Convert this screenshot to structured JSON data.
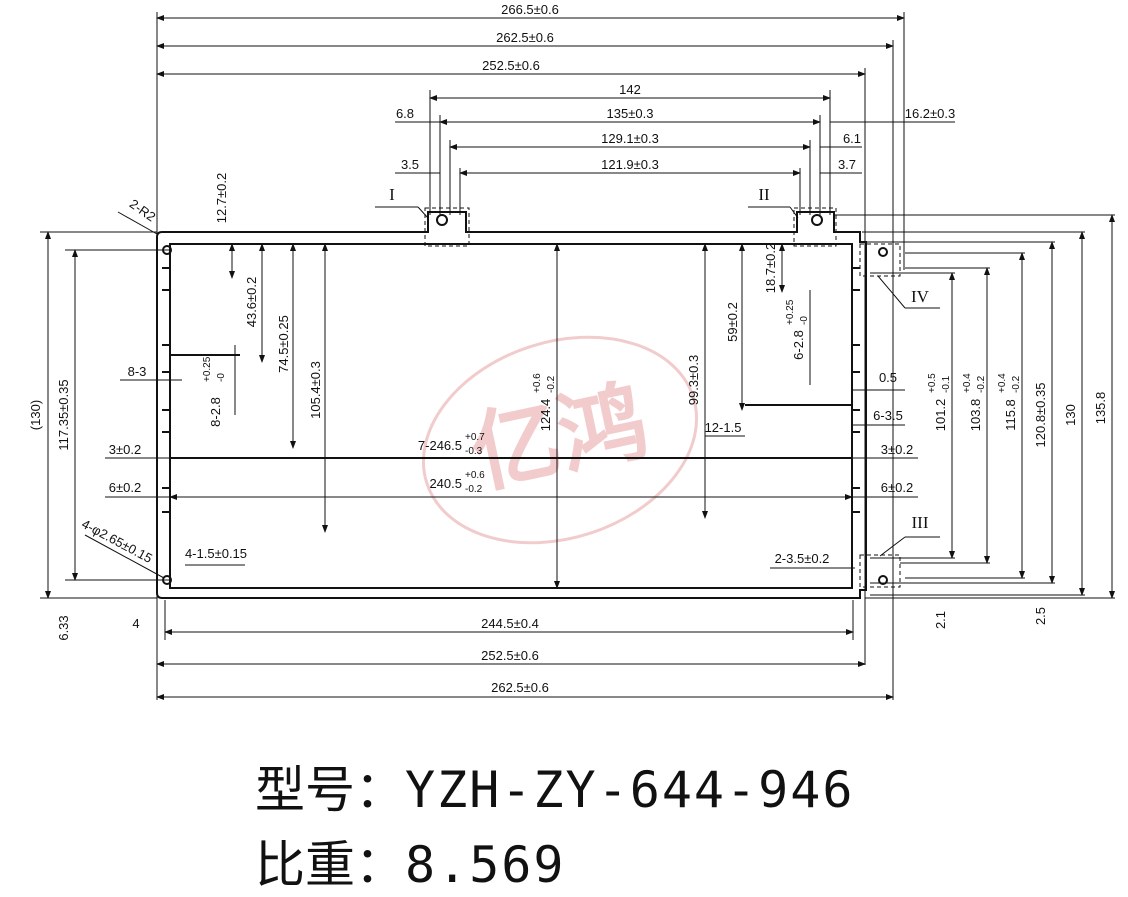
{
  "watermark": {
    "text": "亿鸿",
    "color": "#e8a3a3"
  },
  "colors": {
    "line": "#111111",
    "background": "#ffffff"
  },
  "callouts": [
    "I",
    "II",
    "III",
    "IV"
  ],
  "dimensions": {
    "top_266": "266.5±0.6",
    "top_262": "262.5±0.6",
    "top_252": "252.5±0.6",
    "top_142": "142",
    "top_135": "135±0.3",
    "top_129": "129.1±0.3",
    "top_121": "121.9±0.3",
    "d_6_8": "6.8",
    "d_3_5": "3.5",
    "d_6_1": "6.1",
    "d_3_7": "3.7",
    "d_16_2": "16.2±0.3",
    "corner_r": "2-R2",
    "d_12_7": "12.7±0.2",
    "d_43_6": "43.6±0.2",
    "d_74_5": "74.5±0.25",
    "d_105_4": "105.4±0.3",
    "d_8_3": "8-3",
    "slot_8_base": "8-2.8",
    "slot_8_plus": "+0.25",
    "slot_8_minus": "-0",
    "d_3_left": "3±0.2",
    "d_6_left": "6±0.2",
    "holes": "4-φ2.65±0.15",
    "d_4_1_5": "4-1.5±0.15",
    "d_130_paren": "(130)",
    "d_117": "117.35±0.35",
    "d_6_33": "6.33",
    "d_4": "4",
    "bot_244": "244.5±0.4",
    "bot_252": "252.5±0.6",
    "bot_262": "262.5±0.6",
    "inner_7_base": "7-246.5",
    "inner_7_plus": "+0.7",
    "inner_7_minus": "-0.3",
    "inner_240_base": "240.5",
    "inner_240_plus": "+0.6",
    "inner_240_minus": "-0.2",
    "h124_base": "124.4",
    "h124_plus": "+0.6",
    "h124_minus": "-0.2",
    "d_99_3": "99.3±0.3",
    "d_59": "59±0.2",
    "d_18_7": "18.7±0.2",
    "slot_6_base": "6-2.8",
    "slot_6_plus": "+0.25",
    "slot_6_minus": "-0",
    "d_0_5": "0.5",
    "d_6_3_5": "6-3.5",
    "d_12_1_5": "12-1.5",
    "d_3_right": "3±0.2",
    "d_6_right": "6±0.2",
    "d_2_3_5": "2-3.5±0.2",
    "r101_base": "101.2",
    "r101_plus": "+0.5",
    "r101_minus": "-0.1",
    "r103_base": "103.8",
    "r103_plus": "+0.4",
    "r103_minus": "-0.2",
    "r115_base": "115.8",
    "r115_plus": "+0.4",
    "r115_minus": "-0.2",
    "r120": "120.8±0.35",
    "r130": "130",
    "r135": "135.8",
    "d_2_1": "2.1",
    "d_2_5": "2.5"
  },
  "caption": {
    "model_label": "型号：",
    "model_value": "YZH-ZY-644-946",
    "weight_label": "比重：",
    "weight_value": "8.569"
  }
}
